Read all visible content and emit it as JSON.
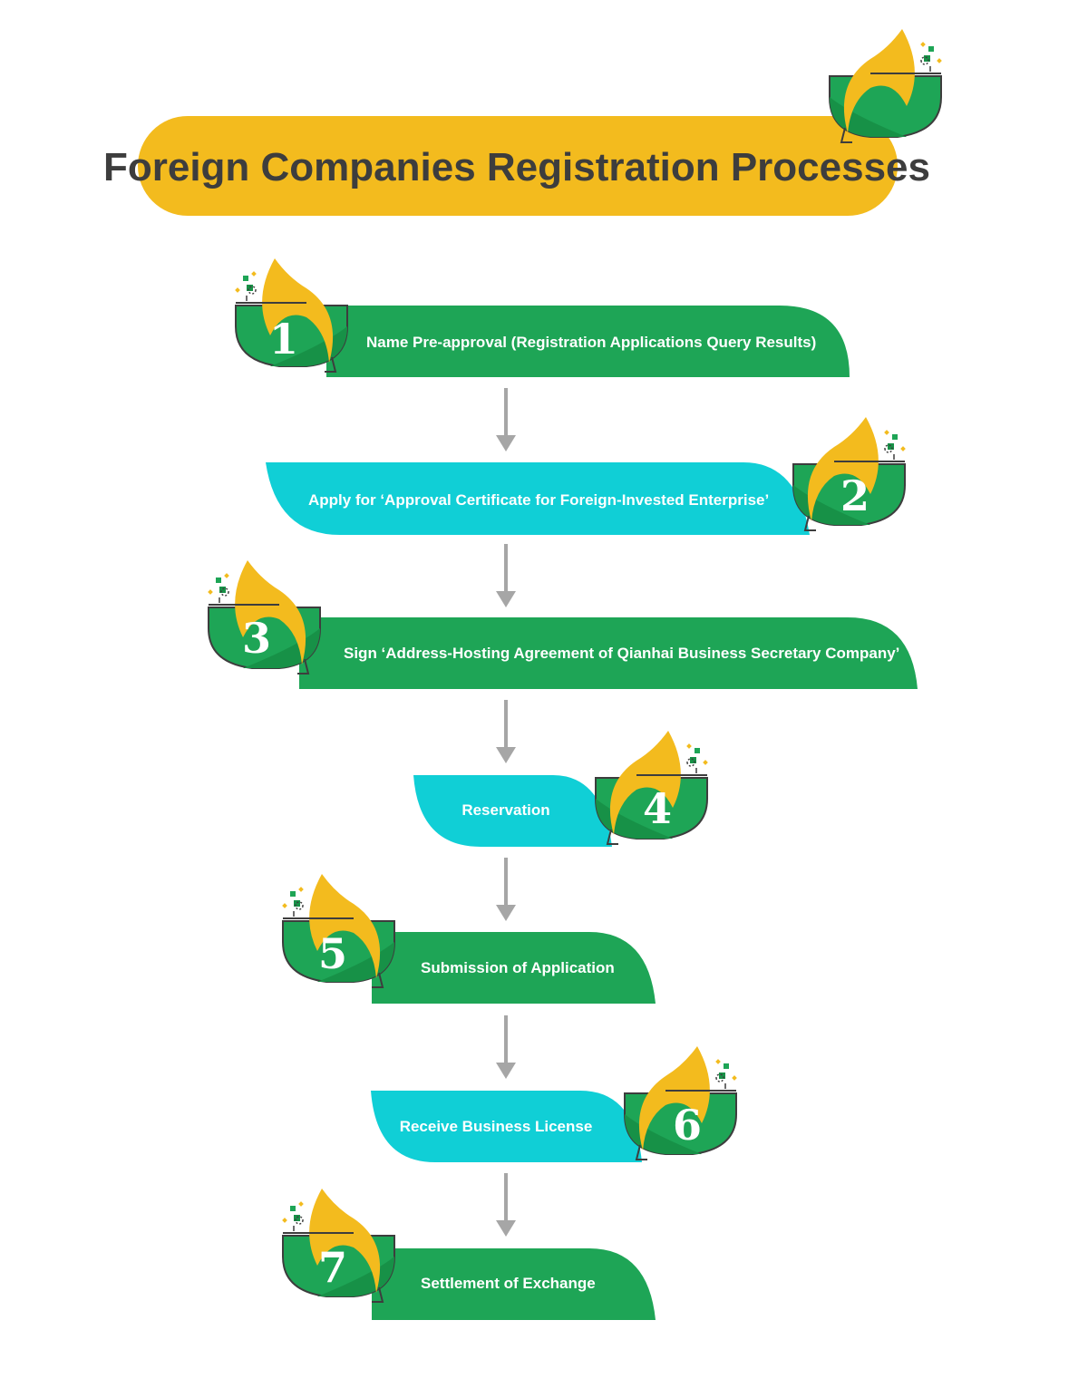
{
  "title": "Foreign Companies Registration Processes",
  "colors": {
    "green": "#1ea556",
    "dark_green": "#179147",
    "cyan": "#10cfd6",
    "yellow": "#f3bb1e",
    "arrow": "#a6a6a6",
    "title_text": "#3d3d3d"
  },
  "steps": [
    {
      "number": "1",
      "label": "Name Pre-approval (Registration Applications Query Results)"
    },
    {
      "number": "2",
      "label": "Apply for ‘Approval Certificate for Foreign-Invested Enterprise’"
    },
    {
      "number": "3",
      "label": "Sign ‘Address-Hosting Agreement of Qianhai Business Secretary Company’"
    },
    {
      "number": "4",
      "label": "Reservation"
    },
    {
      "number": "5",
      "label": "Submission of Application"
    },
    {
      "number": "6",
      "label": "Receive Business License"
    },
    {
      "number": "7",
      "label": "Settlement of Exchange"
    }
  ]
}
